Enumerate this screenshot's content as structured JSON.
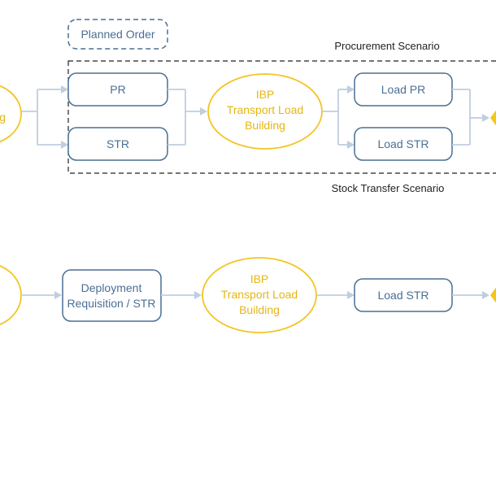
{
  "colors": {
    "box_stroke": "#4a6f94",
    "box_text": "#4a6f94",
    "oval_stroke": "#f2c522",
    "oval_text": "#e6b613",
    "arrow": "#bfcee0",
    "diamond": "#f5c518"
  },
  "legend": {
    "planned_order": "Planned Order"
  },
  "scenarios": {
    "procurement": "Procurement Scenario",
    "stock_transfer": "Stock Transfer Scenario"
  },
  "top_flow": {
    "left_oval_partial": "g",
    "pr": "PR",
    "str": "STR",
    "ibp": [
      "IBP",
      "Transport Load",
      "Building"
    ],
    "load_pr": "Load PR",
    "load_str": "Load STR"
  },
  "bottom_flow": {
    "deployment": [
      "Deployment",
      "Requisition / STR"
    ],
    "ibp": [
      "IBP",
      "Transport Load",
      "Building"
    ],
    "load_str": "Load STR"
  }
}
